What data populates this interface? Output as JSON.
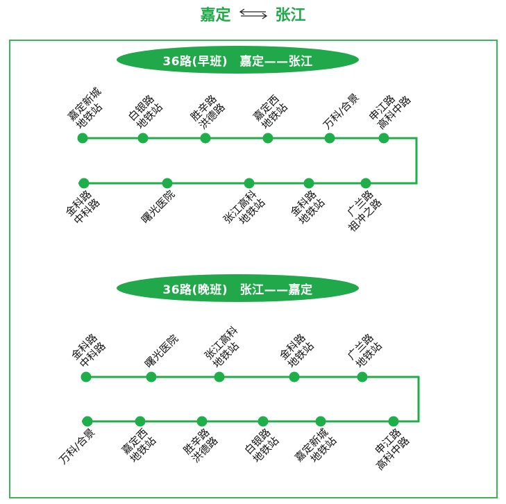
{
  "title": {
    "from": "嘉定",
    "to": "张江",
    "arrow_icon": "double-arrow-icon"
  },
  "colors": {
    "brand_green": "#21a84a",
    "line_green": "#1fae4a",
    "frame_green": "#3cb55a",
    "text": "#111111"
  },
  "routes": [
    {
      "id": "morning",
      "header": "36路(早班)　嘉定——张江",
      "top_row": [
        {
          "line1": "嘉定新城",
          "line2": "地铁站"
        },
        {
          "line1": "白银路",
          "line2": "地铁站"
        },
        {
          "line1": "胜辛路",
          "line2": "洪德路"
        },
        {
          "line1": "嘉定西",
          "line2": "地铁站"
        },
        {
          "line1": "万科/合景",
          "line2": ""
        },
        {
          "line1": "申江路",
          "line2": "高科中路"
        }
      ],
      "bottom_row": [
        {
          "line1": "金科路",
          "line2": "中科路"
        },
        {
          "line1": "曙光医院",
          "line2": ""
        },
        {
          "line1": "张江高科",
          "line2": "地铁站"
        },
        {
          "line1": "金科路",
          "line2": "地铁站"
        },
        {
          "line1": "广兰路",
          "line2": "祖冲之路"
        }
      ]
    },
    {
      "id": "evening",
      "header": "36路(晚班)　张江——嘉定",
      "top_row": [
        {
          "line1": "金科路",
          "line2": "中科路"
        },
        {
          "line1": "曙光医院",
          "line2": ""
        },
        {
          "line1": "张江高科",
          "line2": "地铁站"
        },
        {
          "line1": "金科路",
          "line2": "地铁站"
        },
        {
          "line1": "广兰路",
          "line2": "地铁站"
        }
      ],
      "bottom_row": [
        {
          "line1": "万科/合景",
          "line2": ""
        },
        {
          "line1": "嘉定西",
          "line2": "地铁站"
        },
        {
          "line1": "胜辛路",
          "line2": "洪德路"
        },
        {
          "line1": "白银路",
          "line2": "地铁站"
        },
        {
          "line1": "嘉定新城",
          "line2": "地铁站"
        },
        {
          "line1": "申江路",
          "line2": "高科中路"
        }
      ]
    }
  ]
}
